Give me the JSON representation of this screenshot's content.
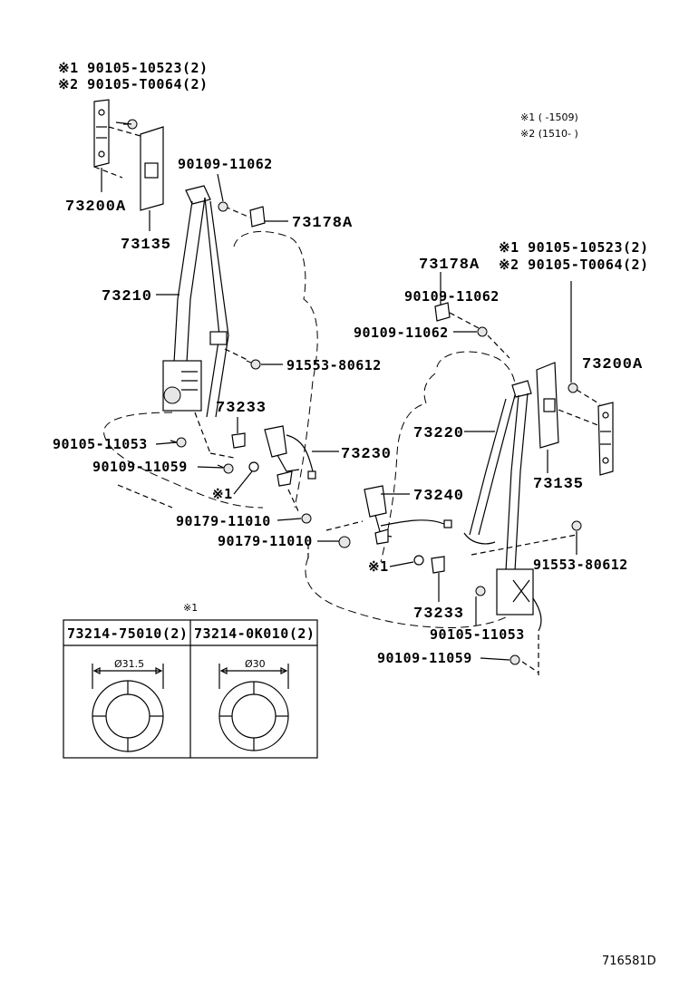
{
  "notes": {
    "legend_1": "※1 (     -1509)",
    "legend_2": "※2 (1510-      )"
  },
  "labels": {
    "left_bolt_1": "※1 90105-10523(2)",
    "left_bolt_2": "※2 90105-T0064(2)",
    "l_73200A": "73200A",
    "l_73135": "73135",
    "l_90109_11062": "90109-11062",
    "l_73178A": "73178A",
    "l_73210": "73210",
    "l_91553_80612": "91553-80612",
    "l_73233": "73233",
    "l_90105_11053": "90105-11053",
    "l_90109_11059": "90109-11059",
    "l_73230": "73230",
    "l_ref1": "※1",
    "l_90179_11010_a": "90179-11010",
    "l_90179_11010_b": "90179-11010",
    "r_bolt_1": "※1 90105-10523(2)",
    "r_bolt_2": "※2 90105-T0064(2)",
    "r_73178A": "73178A",
    "r_90109_11062_a": "90109-11062",
    "r_90109_11062_b": "90109-11062",
    "r_73200A": "73200A",
    "r_73220": "73220",
    "r_73135": "73135",
    "r_73240": "73240",
    "r_91553_80612": "91553-80612",
    "r_ref1": "※1",
    "r_73233": "73233",
    "r_90105_11053": "90105-11053",
    "r_90109_11059": "90109-11059"
  },
  "inset": {
    "ref": "※1",
    "col1_part": "73214-75010(2)",
    "col2_part": "73214-0K010(2)",
    "col1_dim": "Ø31.5",
    "col2_dim": "Ø30"
  },
  "diagram_id": "716581D"
}
